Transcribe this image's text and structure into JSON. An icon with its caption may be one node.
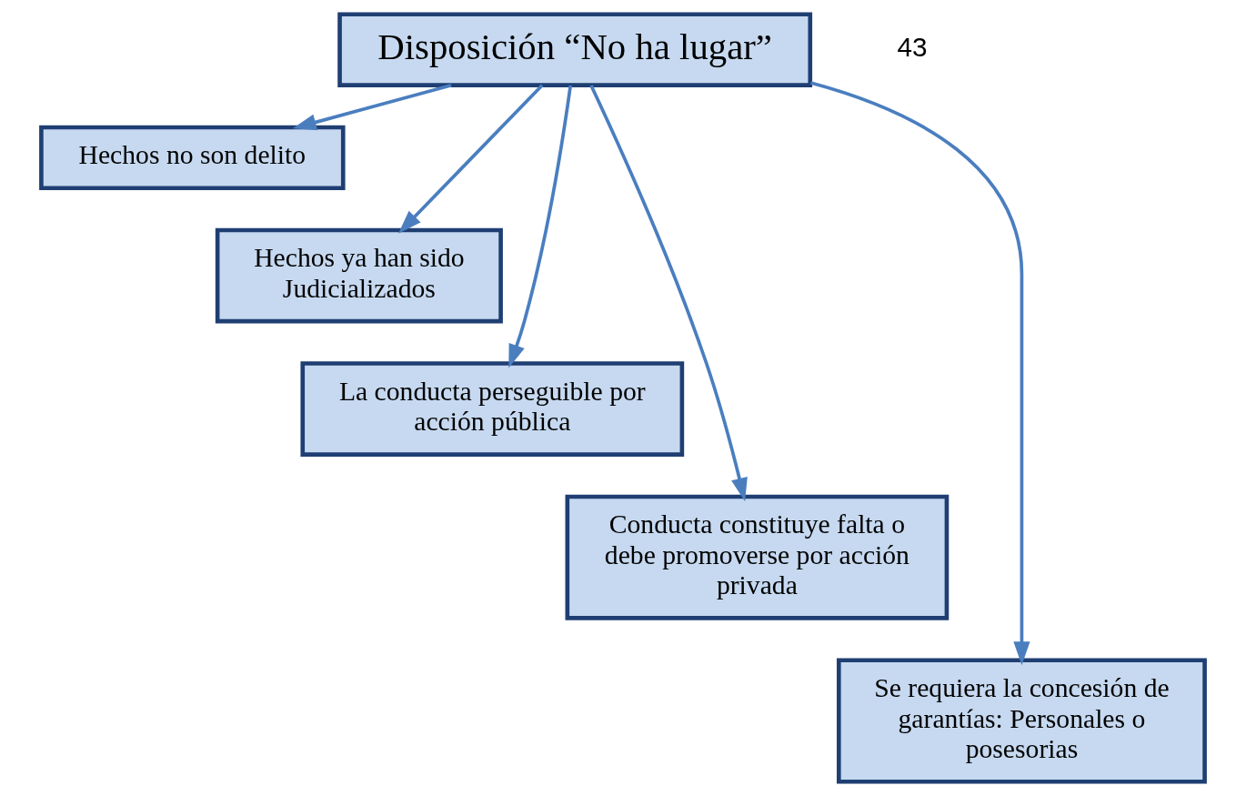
{
  "diagram": {
    "nodes": [
      {
        "text": [
          "Disposición “No ha lugar”"
        ]
      },
      {
        "text": [
          "Hechos no son delito"
        ]
      },
      {
        "text": [
          "Hechos ya han sido Judicializados"
        ]
      },
      {
        "text": [
          "La conducta perseguible por acción pública"
        ]
      },
      {
        "text": [
          "Conducta constituye falta o debe promoverse por acción privada"
        ]
      },
      {
        "text": [
          "Se requiera la concesión de garantías: Personales o posesorias"
        ]
      }
    ],
    "edges": [
      {
        "from": 0,
        "to": 1,
        "arrow": "to"
      },
      {
        "from": 0,
        "to": 2,
        "arrow": "to"
      },
      {
        "from": 0,
        "to": 3,
        "arrow": "to"
      },
      {
        "from": 0,
        "to": 4,
        "arrow": "to"
      },
      {
        "from": 0,
        "to": 5,
        "arrow": "to"
      }
    ],
    "labels": [
      "43"
    ]
  }
}
